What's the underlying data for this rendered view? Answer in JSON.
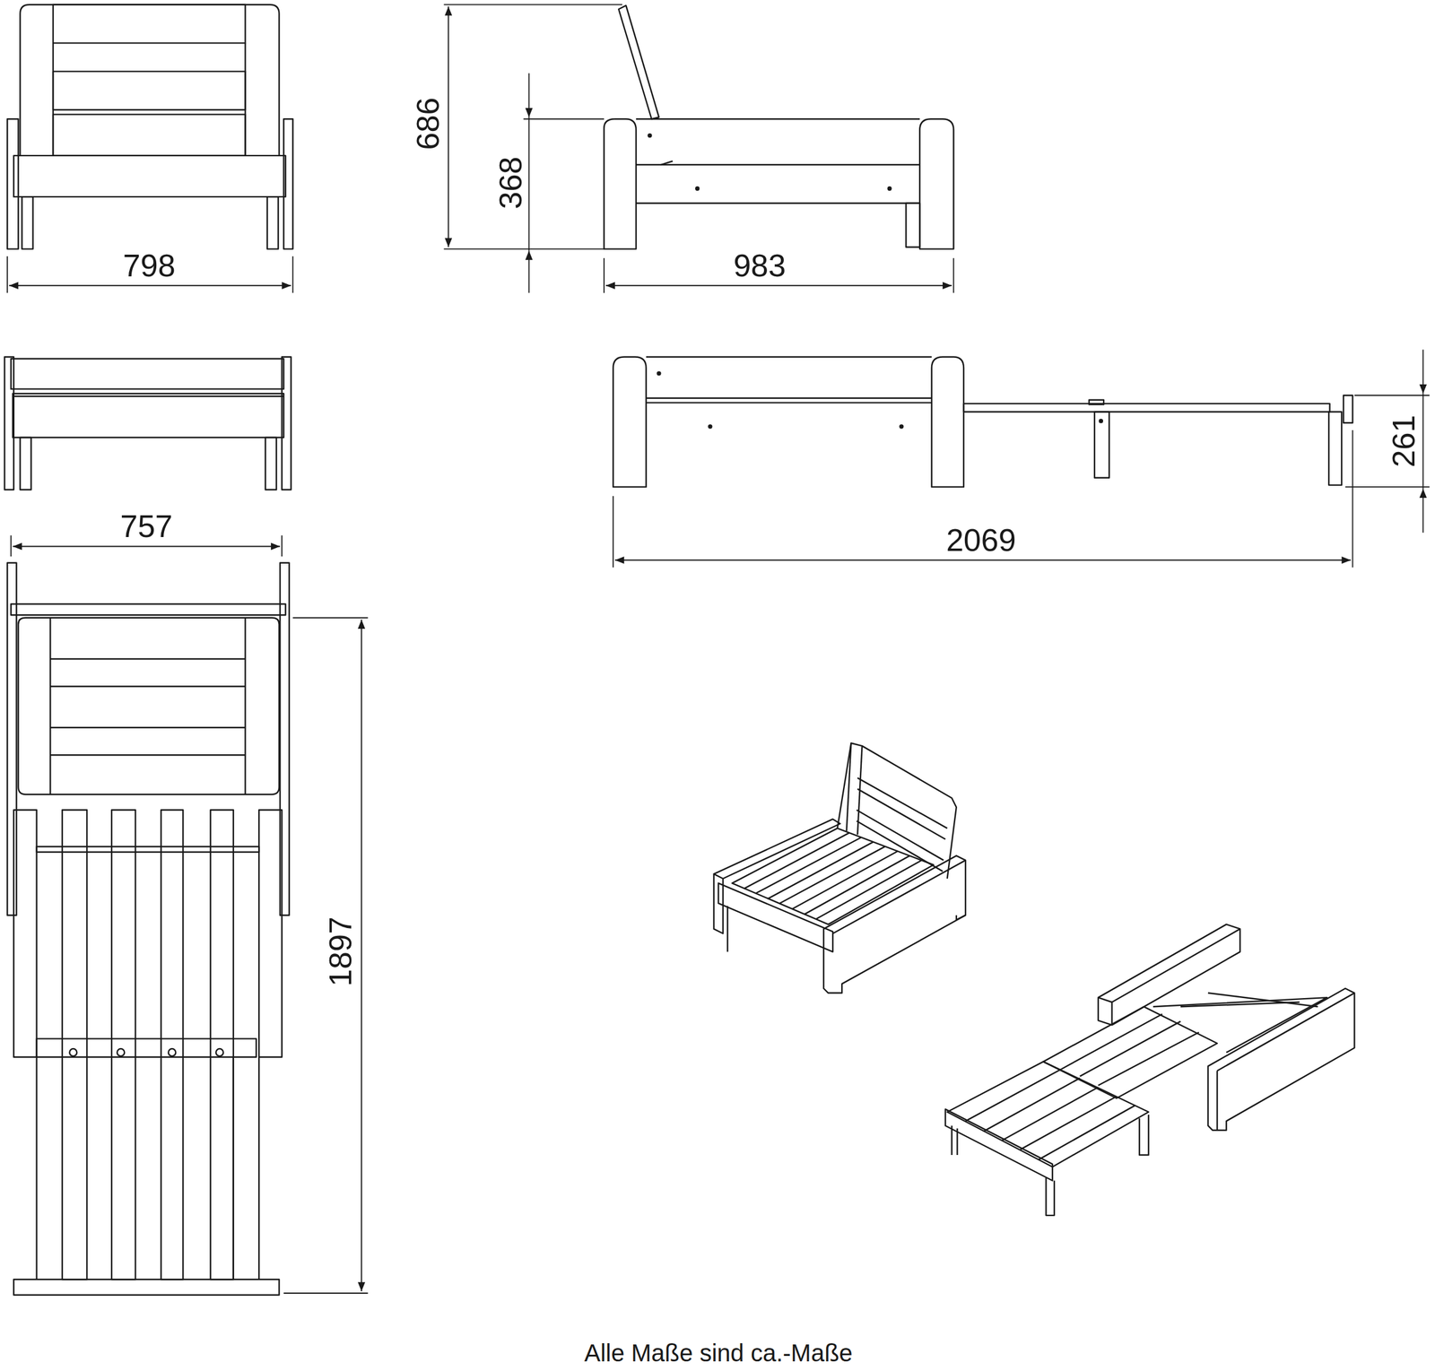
{
  "diagram": {
    "caption": "Alle Maße sind ca.-Maße",
    "labels": [
      "798",
      "686",
      "368",
      "983",
      "757",
      "2069",
      "261",
      "1897"
    ]
  }
}
